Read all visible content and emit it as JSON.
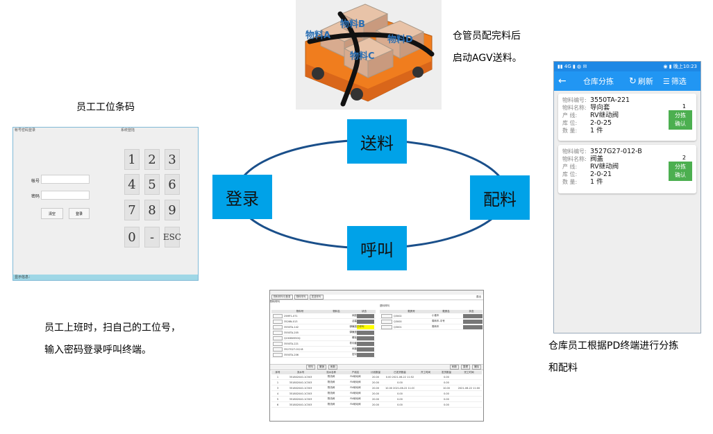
{
  "captions": {
    "workstation": "员工工位条码",
    "agv_line1": "仓管员配完料后",
    "agv_line2": "启动AGV送料。",
    "login_line1": "员工上班时，扫自己的工位号，",
    "login_line2": "输入密码登录呼叫终端。",
    "pda_line1": "仓库员工根据PD终端进行分拣",
    "pda_line2": "和配料"
  },
  "cycle": {
    "top": "送料",
    "left": "登录",
    "right": "配料",
    "bottom": "呼叫",
    "box_color": "#00A2E8"
  },
  "agv": {
    "labels": [
      "物料A",
      "物料B",
      "物料C",
      "物料D"
    ]
  },
  "login": {
    "title": "帐号密码登录",
    "subtitle": "系统登陆",
    "account_label": "帐号",
    "password_label": "密码",
    "clear_btn": "清空",
    "login_btn": "登录",
    "keys": [
      "1",
      "2",
      "3",
      "4",
      "5",
      "6",
      "7",
      "8",
      "9",
      "0",
      "-",
      "ESC"
    ],
    "status": "显示信息："
  },
  "pda": {
    "status_left": "▮▮ 4G ▮ ◍ ✉",
    "status_right": "◉ ▮ 晚上10:23",
    "title": "仓库分拣",
    "refresh": "刷新",
    "filter": "筛选",
    "field_labels": {
      "code": "物料编号:",
      "name": "物料名称:",
      "line": "产 线:",
      "location": "库 位:",
      "qty": "数 量:"
    },
    "items": [
      {
        "code": "3550TA-221",
        "name": "导向套",
        "line": "RV继动阀",
        "location": "2-0-25",
        "qty": "1 件",
        "index": "1",
        "btn": "分拣\n确认"
      },
      {
        "code": "3527G27-012-B",
        "name": "阀盖",
        "line": "RV继动阀",
        "location": "2-0-21",
        "qty": "1 件",
        "index": "2",
        "btn": "分拣\n确认"
      }
    ]
  },
  "terminal": {
    "tabs": [
      "物料呼叫与登录",
      "物料呼叫",
      "发送呼叫"
    ],
    "close": "退出",
    "section1": "物料呼叫",
    "section2": "退料呼叫",
    "sec1_headers": [
      "物料号",
      "物料名",
      "状态"
    ],
    "sec2_headers": [
      "载具号",
      "载具名",
      "状态"
    ],
    "sec1_rows": [
      [
        "25MF1-071",
        "阀座",
        ""
      ],
      [
        "3526N-013",
        "活塞",
        ""
      ],
      [
        "3550TA-142",
        "弹簧座",
        "已呼叫"
      ],
      [
        "3550TA-205",
        "弹簧座",
        ""
      ],
      [
        "Q150B0550Q",
        "螺栓",
        ""
      ],
      [
        "3550TA-221",
        "导向套",
        ""
      ],
      [
        "3527G27-012-B",
        "阀盖",
        ""
      ],
      [
        "3550TA-206",
        "密封",
        ""
      ]
    ],
    "sec2_rows": [
      [
        "Q3002",
        "小推车",
        ""
      ],
      [
        "Q3000",
        "周转车-中号",
        ""
      ],
      [
        "Q3001",
        "周转车",
        ""
      ]
    ],
    "mid_buttons": [
      "呼叫",
      "撤销",
      "刷新"
    ],
    "right_buttons": [
      "刷新",
      "整理",
      "撤除"
    ],
    "table_headers": [
      "序号",
      "流水号",
      "流水名称",
      "产线名",
      "计划数量",
      "已发货数量",
      "开工时间",
      "发货数量",
      "完工时间"
    ],
    "table_rows": [
      [
        "1",
        "351802040-1C503",
        "物流阀",
        "RV继动阀",
        "20.00",
        "0.00 2021-06-22 11:52",
        "",
        "0.00",
        ""
      ],
      [
        "1",
        "351802040-1C503",
        "物流阀",
        "RV继动阀",
        "20.00",
        "0.00",
        "",
        "0.00",
        ""
      ],
      [
        "3",
        "351802040-1C503",
        "物流阀",
        "RV继动阀",
        "20.00",
        "10.00 2021-06-22 11:00",
        "",
        "10.00",
        "2021-06-22 11:00"
      ],
      [
        "4",
        "351802040-1C503",
        "物流阀",
        "RV继动阀",
        "20.00",
        "0.00",
        "",
        "0.00",
        ""
      ],
      [
        "5",
        "351802040-1C503",
        "物流阀",
        "RV继动阀",
        "20.00",
        "0.00",
        "",
        "0.00",
        ""
      ],
      [
        "6",
        "351802040-1C503",
        "物流阀",
        "RV继动阀",
        "20.00",
        "0.00",
        "",
        "0.00",
        ""
      ]
    ]
  }
}
